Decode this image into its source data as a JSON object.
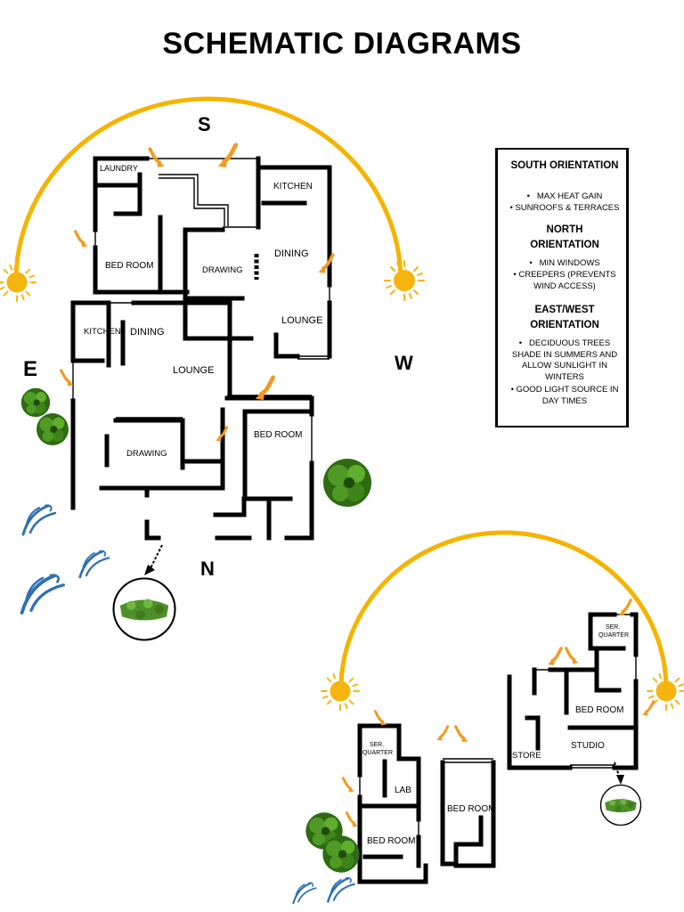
{
  "title": "SCHEMATIC DIAGRAMS",
  "compass": {
    "south": "S",
    "north": "N",
    "east": "E",
    "west": "W"
  },
  "plan_one": {
    "rooms": {
      "laundry": "LAUNDRY",
      "kitchen_upper": "KITCHEN",
      "bed_room_upper": "BED ROOM",
      "drawing_upper": "DRAWING",
      "dining_upper": "DINING",
      "lounge_upper": "LOUNGE",
      "kitchen_lower": "KITCHEN",
      "dining_lower": "DINING",
      "lounge_lower": "LOUNGE",
      "drawing_lower": "DRAWING",
      "bed_room_lower": "BED ROOM"
    }
  },
  "plan_two": {
    "rooms": {
      "ser_quarter_right": "SER. QUARTER",
      "bed_room_right": "BED ROOM",
      "studio": "STUDIO",
      "store": "STORE",
      "ser_quarter_left": "SER. QUARTER",
      "lab": "LAB",
      "bed_room_middle": "BED ROOM",
      "bed_room_left": "BED ROOM"
    }
  },
  "legend": {
    "south_heading": "SOUTH ORIENTATION",
    "south_items": [
      "MAX HEAT GAIN",
      "SUNROOFS & TERRACES"
    ],
    "north_heading": "NORTH ORIENTATION",
    "north_items": [
      "MIN WINDOWS",
      "CREEPERS (PREVENTS WIND ACCESS)"
    ],
    "eastwest_heading": "EAST/WEST ORIENTATION",
    "eastwest_items": [
      "DECIDUOUS TREES SHADE IN SUMMERS AND ALLOW SUNLIGHT IN WINTERS",
      "GOOD LIGHT SOURCE IN DAY TIMES"
    ]
  },
  "colors": {
    "sun_path": "#f4b400",
    "sun": "#f6b40e",
    "arrow": "#f39a1e",
    "tree": "#2f6b12",
    "wind": "#2f6fb5",
    "wall": "#000000"
  }
}
